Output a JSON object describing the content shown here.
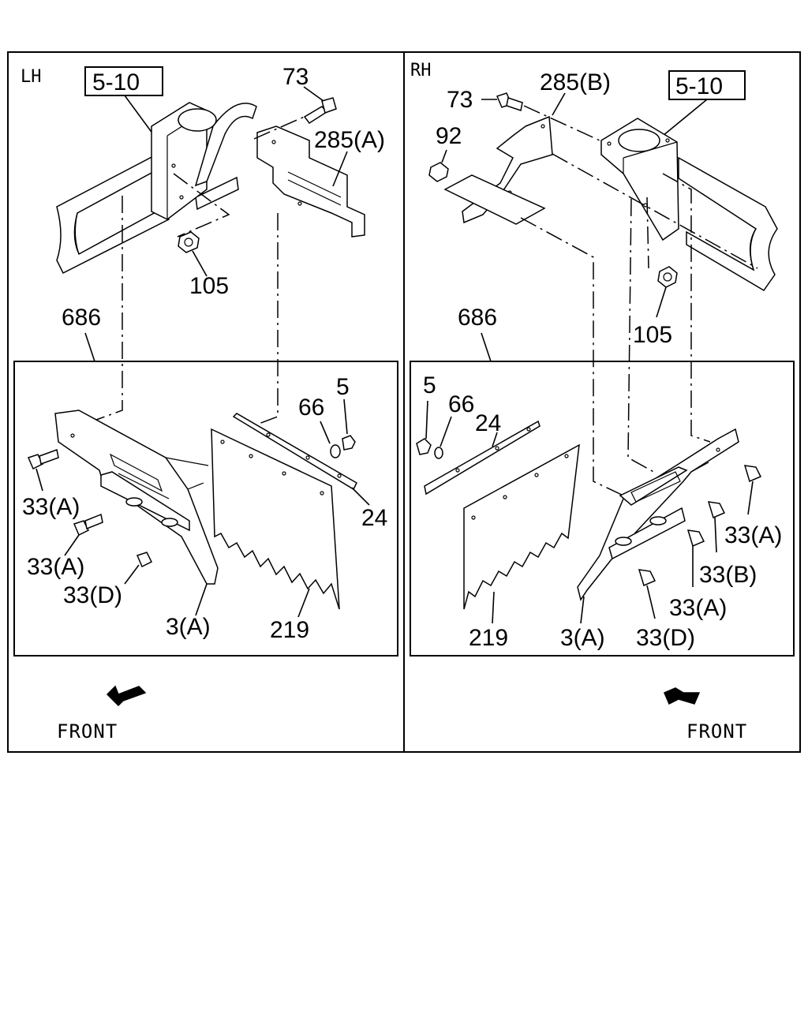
{
  "left_panel": {
    "side": "LH",
    "ref_box": "5-10",
    "labels": {
      "p73": "73",
      "p285a": "285(A)",
      "p105": "105",
      "p686": "686",
      "p5": "5",
      "p66": "66",
      "p24": "24",
      "p33a_1": "33(A)",
      "p33a_2": "33(A)",
      "p33d": "33(D)",
      "p3a": "3(A)",
      "p219": "219"
    },
    "front": "FRONT"
  },
  "right_panel": {
    "side": "RH",
    "ref_box": "5-10",
    "labels": {
      "p73": "73",
      "p285b": "285(B)",
      "p92": "92",
      "p105": "105",
      "p686": "686",
      "p5": "5",
      "p66": "66",
      "p24": "24",
      "p33a_1": "33(A)",
      "p33b": "33(B)",
      "p33a_2": "33(A)",
      "p33d": "33(D)",
      "p3a": "3(A)",
      "p219": "219"
    },
    "front": "FRONT"
  }
}
